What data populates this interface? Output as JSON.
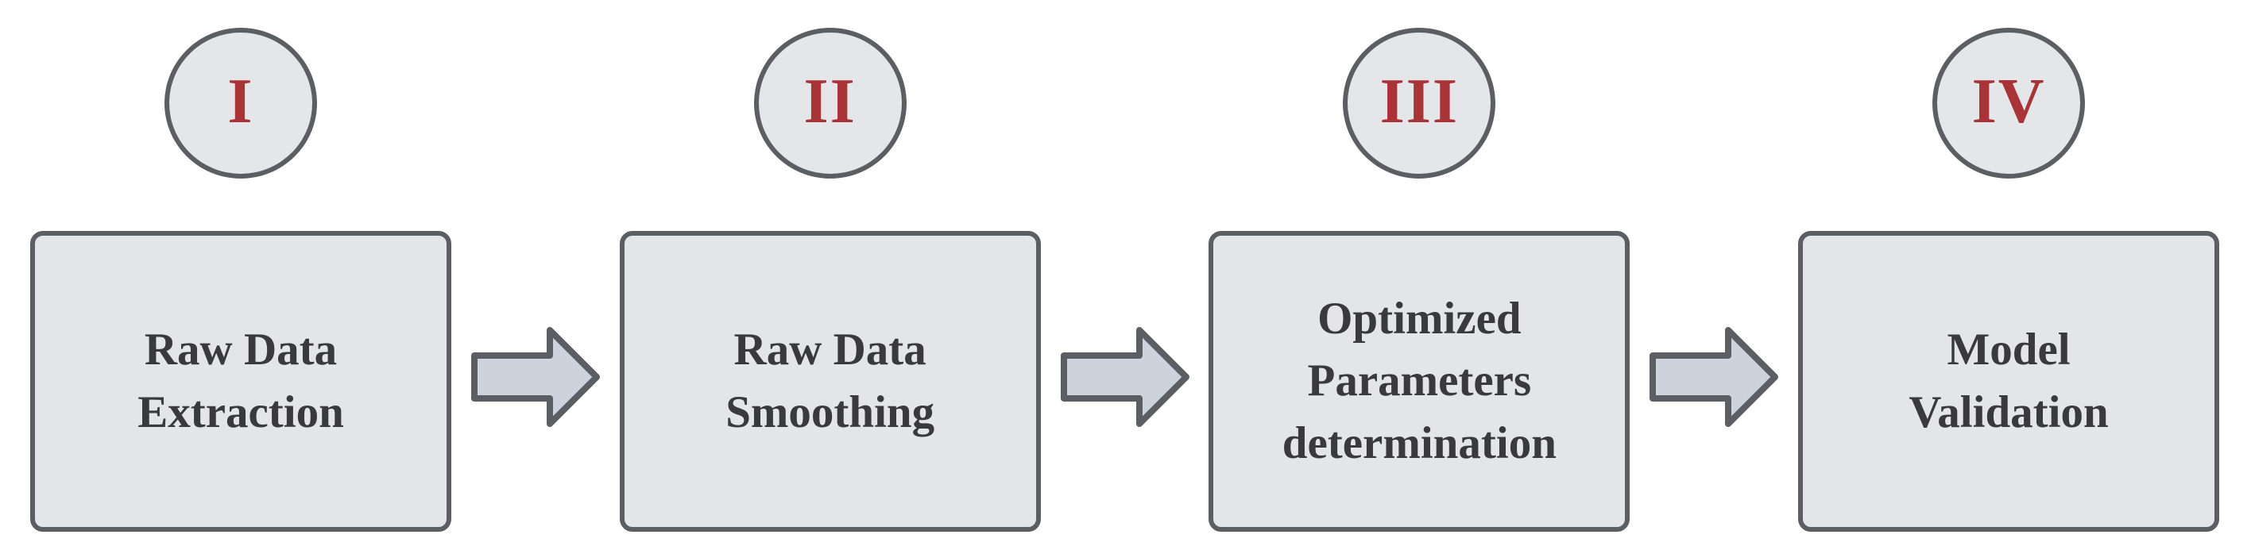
{
  "diagram": {
    "type": "process-flow",
    "direction": "left-to-right",
    "steps": [
      {
        "numeral": "I",
        "label": "Raw Data\nExtraction"
      },
      {
        "numeral": "II",
        "label": "Raw Data\nSmoothing"
      },
      {
        "numeral": "III",
        "label": "Optimized\nParameters\ndetermination"
      },
      {
        "numeral": "IV",
        "label": "Model\nValidation"
      }
    ],
    "colors": {
      "background": "#ffffff",
      "box_fill": "#e3e5e9",
      "circle_fill": "#e4e6ea",
      "arrow_fill": "#ccd3dd",
      "outline": "#5b5e62",
      "numeral_red": "#a93437",
      "label_text": "#3a3a3c"
    }
  }
}
